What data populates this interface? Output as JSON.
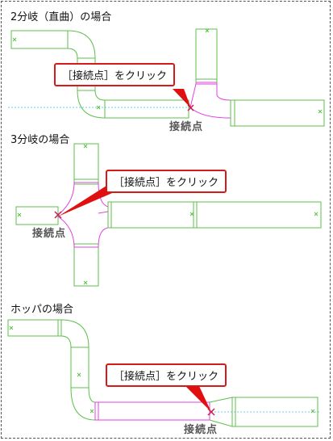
{
  "sections": [
    {
      "title": "2分岐（直曲）の場合",
      "callout": "［接続点］をクリック",
      "point_label": "接続点"
    },
    {
      "title": "3分岐の場合",
      "callout": "［接続点］をクリック",
      "point_label": "接続点"
    },
    {
      "title": "ホッパの場合",
      "callout": "［接続点］をクリック",
      "point_label": "接続点"
    }
  ],
  "colors": {
    "pipe": "#5cbf4a",
    "highlight": "#e040e0",
    "callout_border": "#d61a1a",
    "arrow": "#e01010",
    "centerline": "#6ad0e8",
    "marker": "#c81e5a",
    "label": "#555555"
  }
}
